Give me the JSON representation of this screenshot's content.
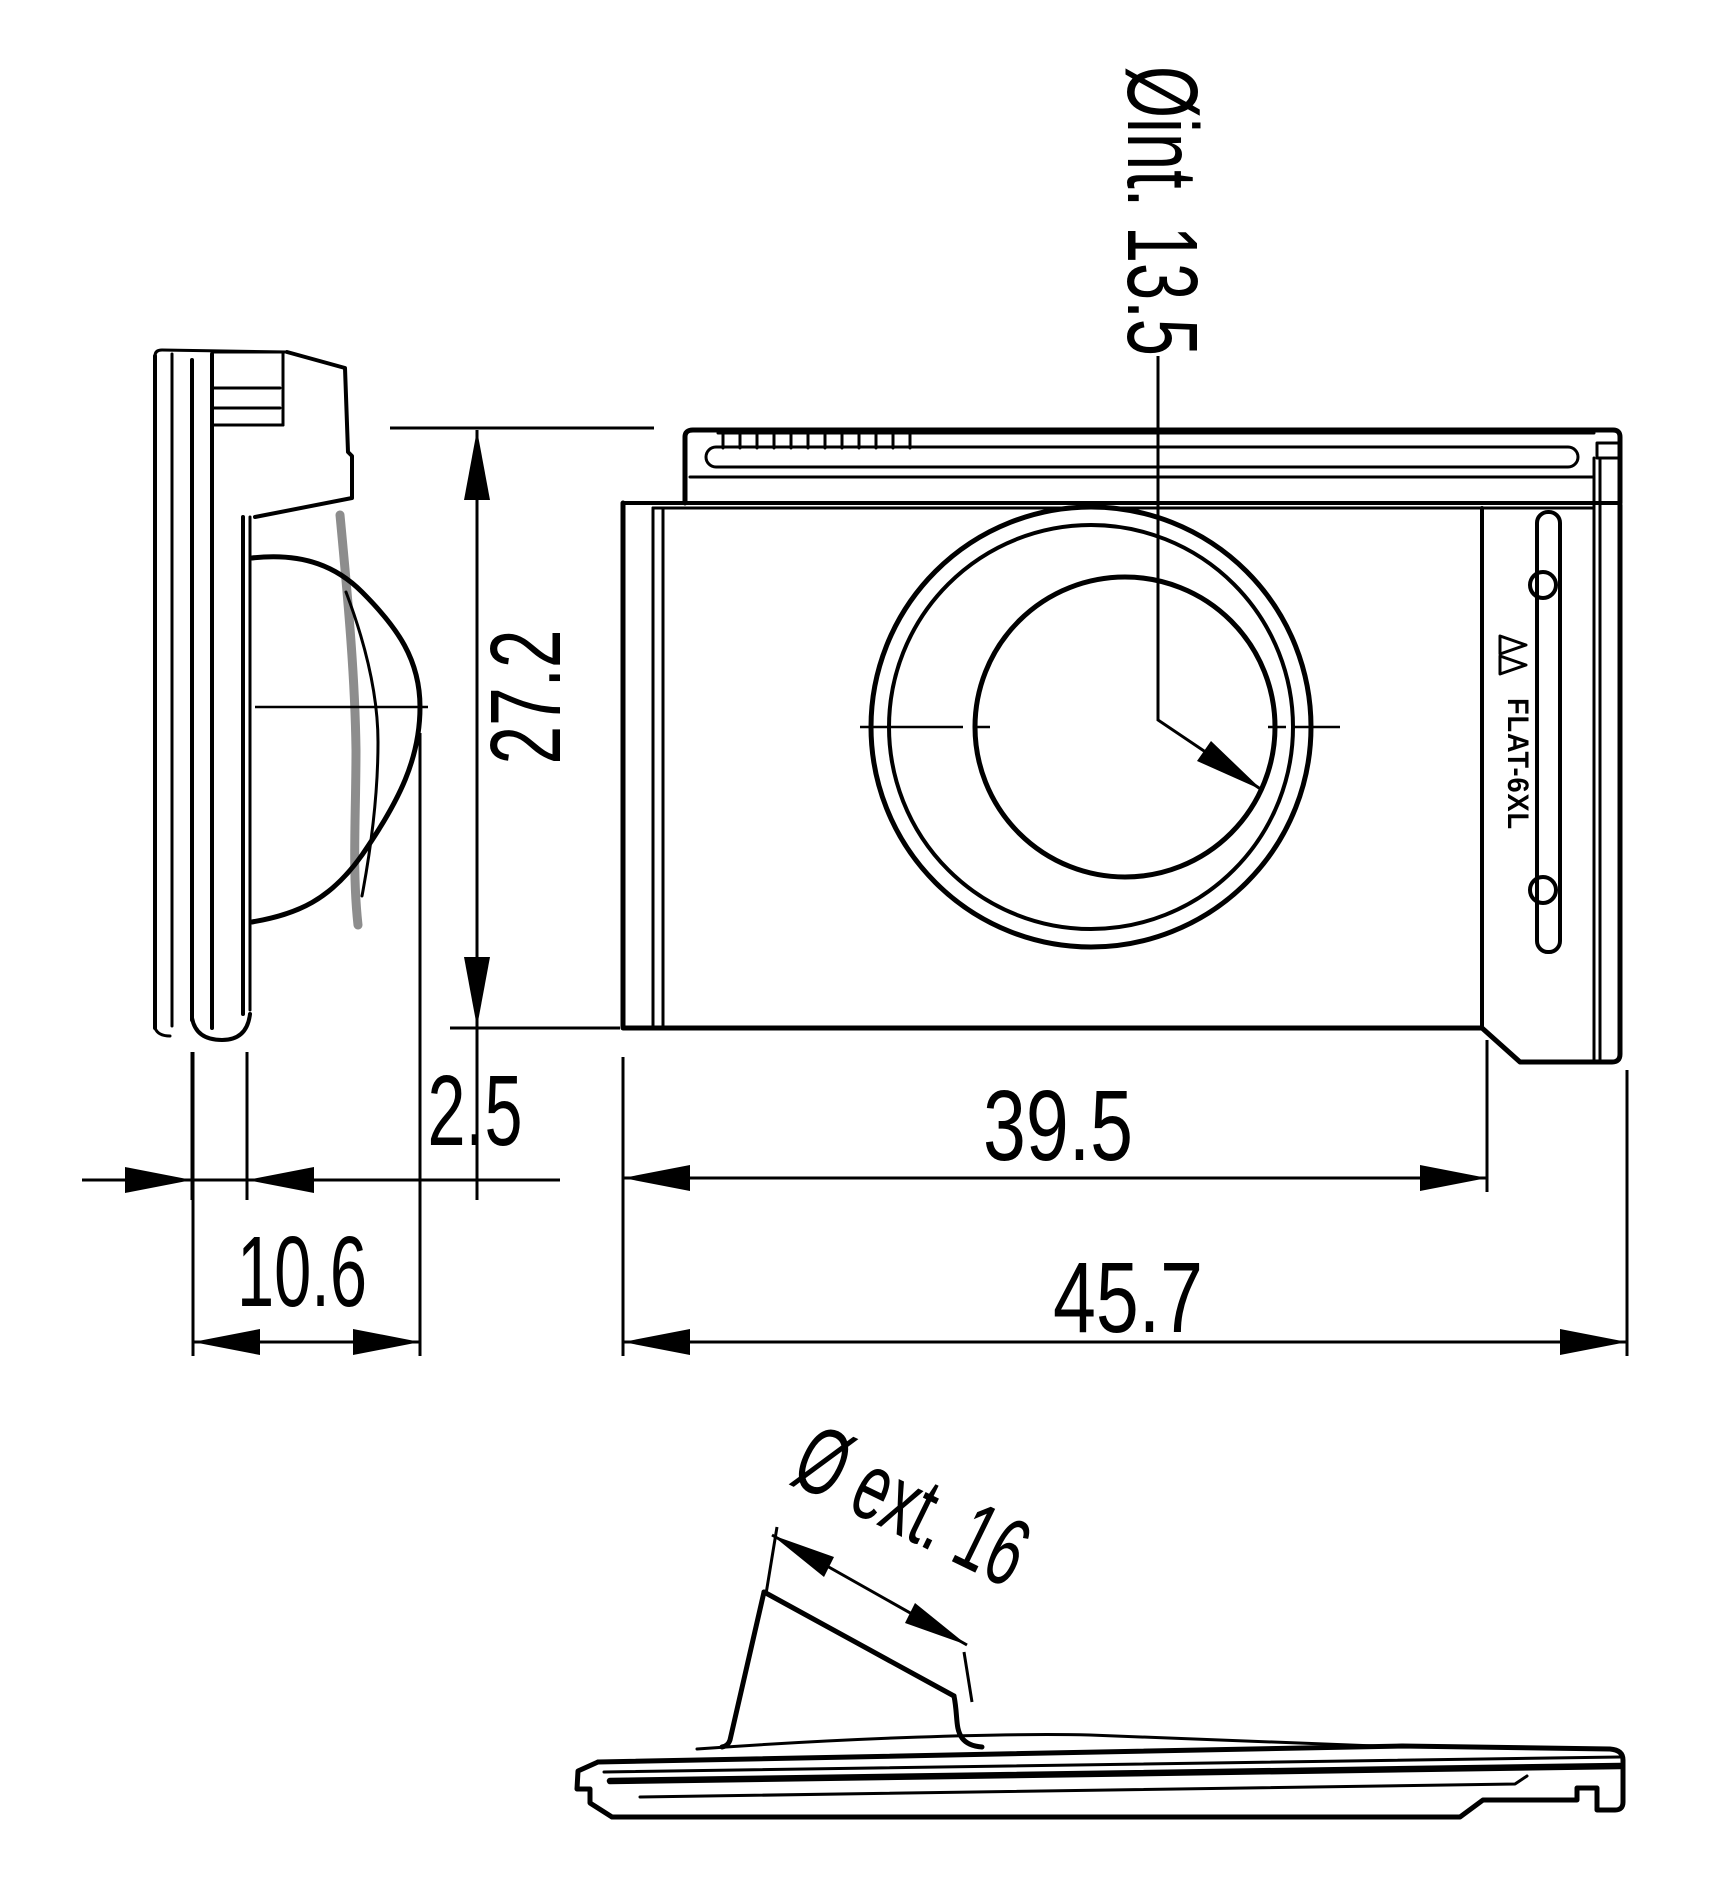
{
  "drawing": {
    "part_label": "FLAT-6XL",
    "dimensions": {
      "inner_diameter": "Øint. 13.5",
      "height": "27.2",
      "plate_thickness": "2.5",
      "depth": "10.6",
      "inner_width": "39.5",
      "overall_width": "45.7",
      "outer_diameter": "Ø ext. 16"
    }
  }
}
